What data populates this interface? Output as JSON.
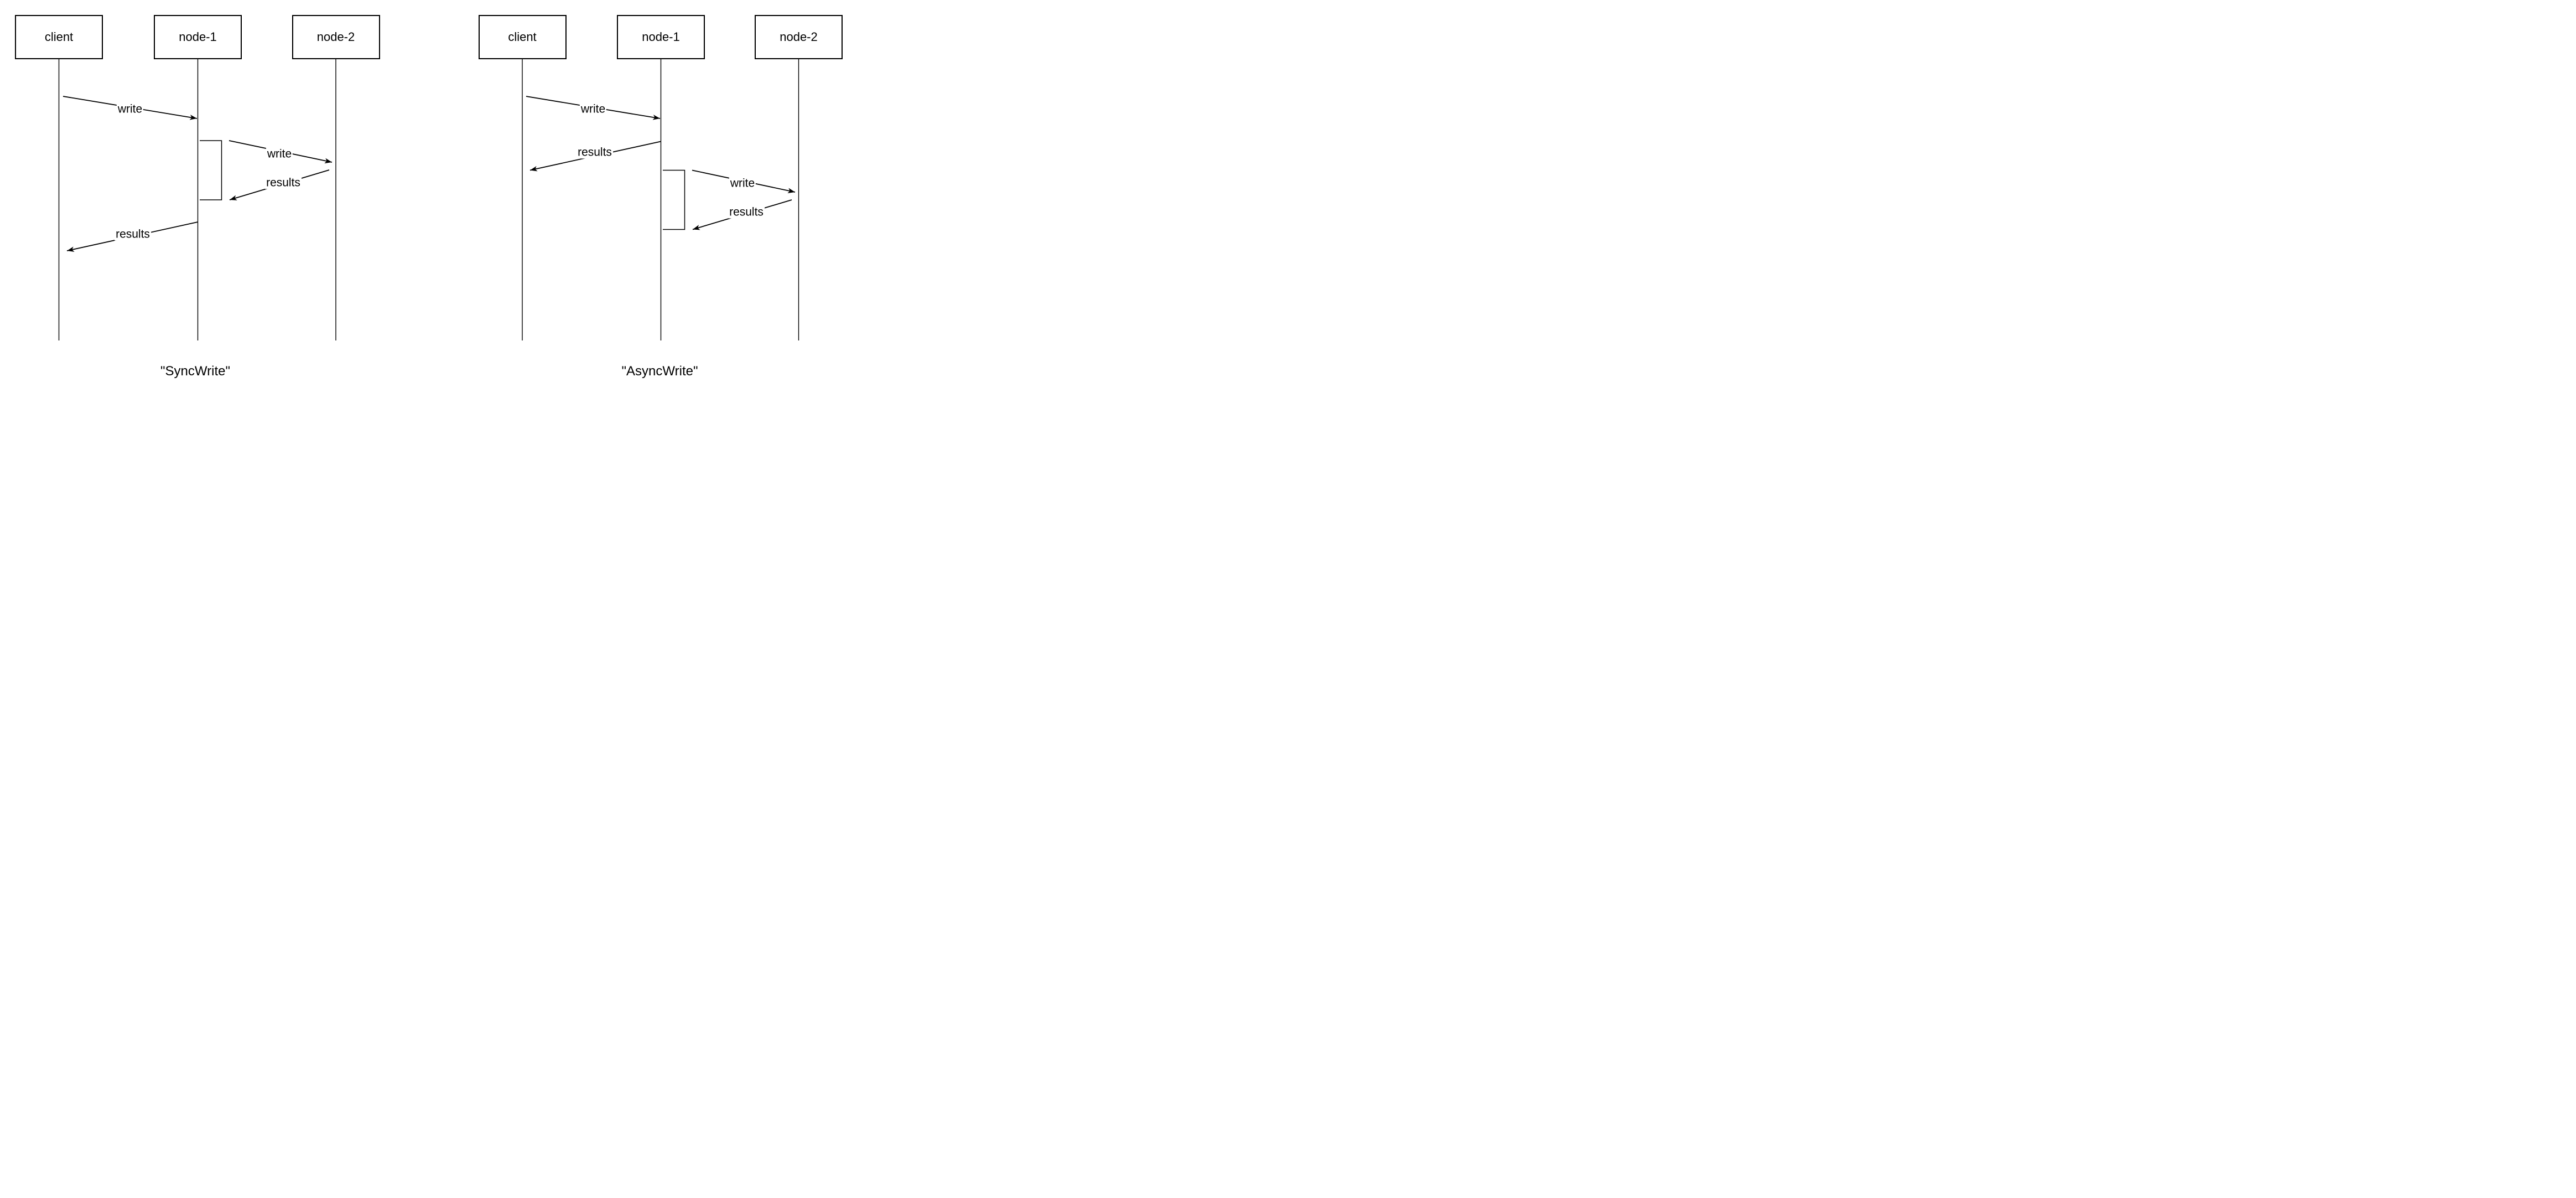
{
  "colors": {
    "stroke": "#000000",
    "background": "#ffffff"
  },
  "diagrams": [
    {
      "id": "sync-write",
      "caption": "\"SyncWrite\"",
      "actors": [
        "client",
        "node-1",
        "node-2"
      ],
      "messages": [
        {
          "label": "write",
          "from": "client",
          "to": "node-1"
        },
        {
          "label": "write",
          "from": "node-1",
          "to": "node-2"
        },
        {
          "label": "results",
          "from": "node-2",
          "to": "node-1"
        },
        {
          "label": "results",
          "from": "node-1",
          "to": "client"
        }
      ]
    },
    {
      "id": "async-write",
      "caption": "\"AsyncWrite\"",
      "actors": [
        "client",
        "node-1",
        "node-2"
      ],
      "messages": [
        {
          "label": "write",
          "from": "client",
          "to": "node-1"
        },
        {
          "label": "results",
          "from": "node-1",
          "to": "client"
        },
        {
          "label": "write",
          "from": "node-1",
          "to": "node-2"
        },
        {
          "label": "results",
          "from": "node-2",
          "to": "node-1"
        }
      ]
    }
  ]
}
